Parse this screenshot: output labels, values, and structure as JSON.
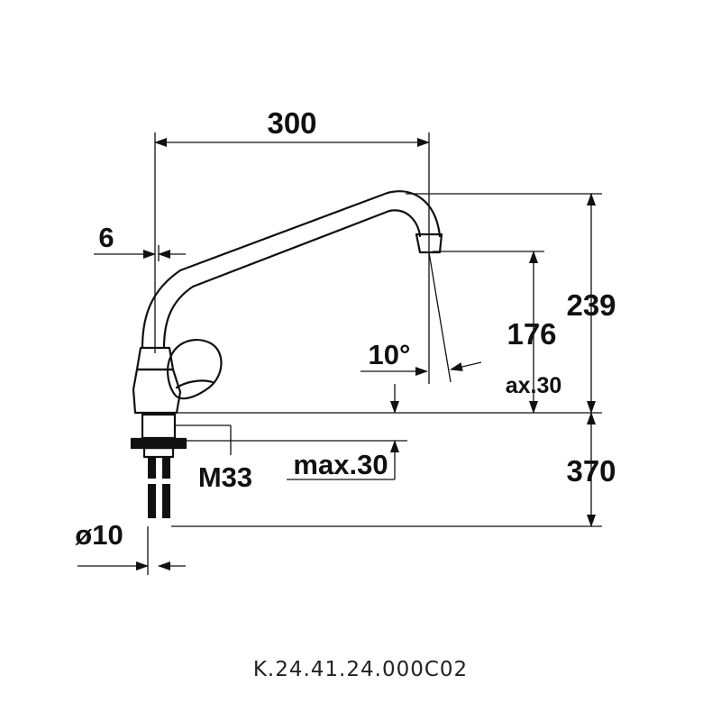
{
  "dimensions": {
    "spout_reach": "300",
    "offset": "6",
    "total_height": "239",
    "outlet_height": "176",
    "angle": "10°",
    "max_label": "ax.30",
    "below_deck": "370",
    "thread": "M33",
    "max_thickness": "max.30",
    "pipe_diameter": "ø10"
  },
  "product_code": "K.24.41.24.000C02",
  "colors": {
    "line": "#111111",
    "background": "#ffffff"
  }
}
